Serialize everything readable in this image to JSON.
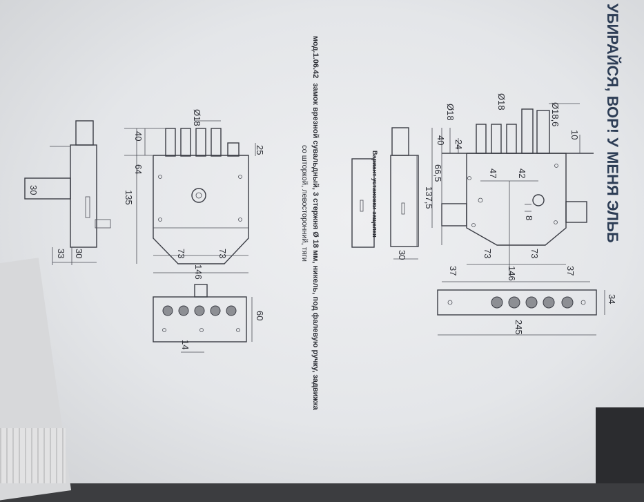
{
  "header": {
    "text": "УБИРАЙСЯ, ВОР! У МЕНЯ ЭЛЬБ"
  },
  "caption": {
    "model": "мод.1.06.42",
    "line1_rest": "замок врезной сувальдный, 3 стержня Ø 18 мм, никель, под фалевую ручку, задвижка",
    "line2": "со шторкой, левосторонний, тяги"
  },
  "sub_caption": "Вариант установки защелки",
  "left_drawing": {
    "dims": [
      "Ø18",
      "40",
      "64",
      "135",
      "25",
      "73",
      "73",
      "146",
      "30",
      "33",
      "30",
      "60",
      "14"
    ]
  },
  "right_drawing": {
    "dims": [
      "Ø18",
      "Ø18",
      "Ø18,6",
      "10",
      "40",
      "24",
      "66,5",
      "137,5",
      "47",
      "42",
      "8",
      "73",
      "73",
      "37",
      "146",
      "37",
      "34",
      "245",
      "30"
    ]
  }
}
